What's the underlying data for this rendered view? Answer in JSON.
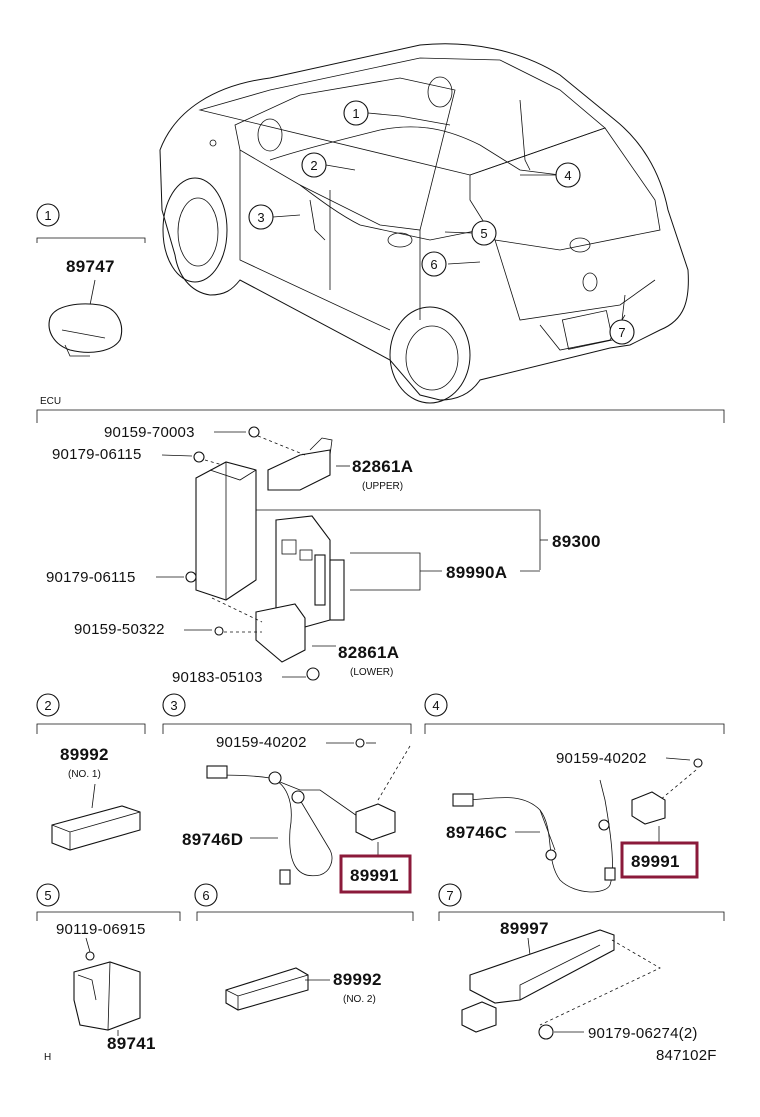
{
  "callouts": [
    "1",
    "2",
    "3",
    "4",
    "5",
    "6",
    "7"
  ],
  "sections": {
    "s1": {
      "number": "1",
      "part": "89747"
    },
    "ecu": {
      "label": "ECU",
      "parts": {
        "bolt_upper": "90159-70003",
        "nut_upper": "90179-06115",
        "bracket_upper": "82861A",
        "bracket_upper_sub": "(UPPER)",
        "assembly": "89300",
        "nut_lower": "90179-06115",
        "module": "89990A",
        "bolt_lower": "90159-50322",
        "bracket_lower": "82861A",
        "bracket_lower_sub": "(LOWER)",
        "nut_bottom": "90183-05103"
      }
    },
    "s2": {
      "number": "2",
      "part": "89992",
      "sub": "(NO. 1)"
    },
    "s3": {
      "number": "3",
      "bolt": "90159-40202",
      "harness": "89746D",
      "sensor": "89991"
    },
    "s4": {
      "number": "4",
      "bolt": "90159-40202",
      "harness": "89746C",
      "sensor": "89991"
    },
    "s5": {
      "number": "5",
      "bolt": "90119-06915",
      "part": "89741"
    },
    "s6": {
      "number": "6",
      "part": "89992",
      "sub": "(NO. 2)"
    },
    "s7": {
      "number": "7",
      "part": "89997",
      "nut": "90179-06274(2)"
    }
  },
  "footer": {
    "left": "H",
    "code": "847102F"
  },
  "colors": {
    "highlight": "#8b1a3a",
    "ink": "#111111"
  }
}
